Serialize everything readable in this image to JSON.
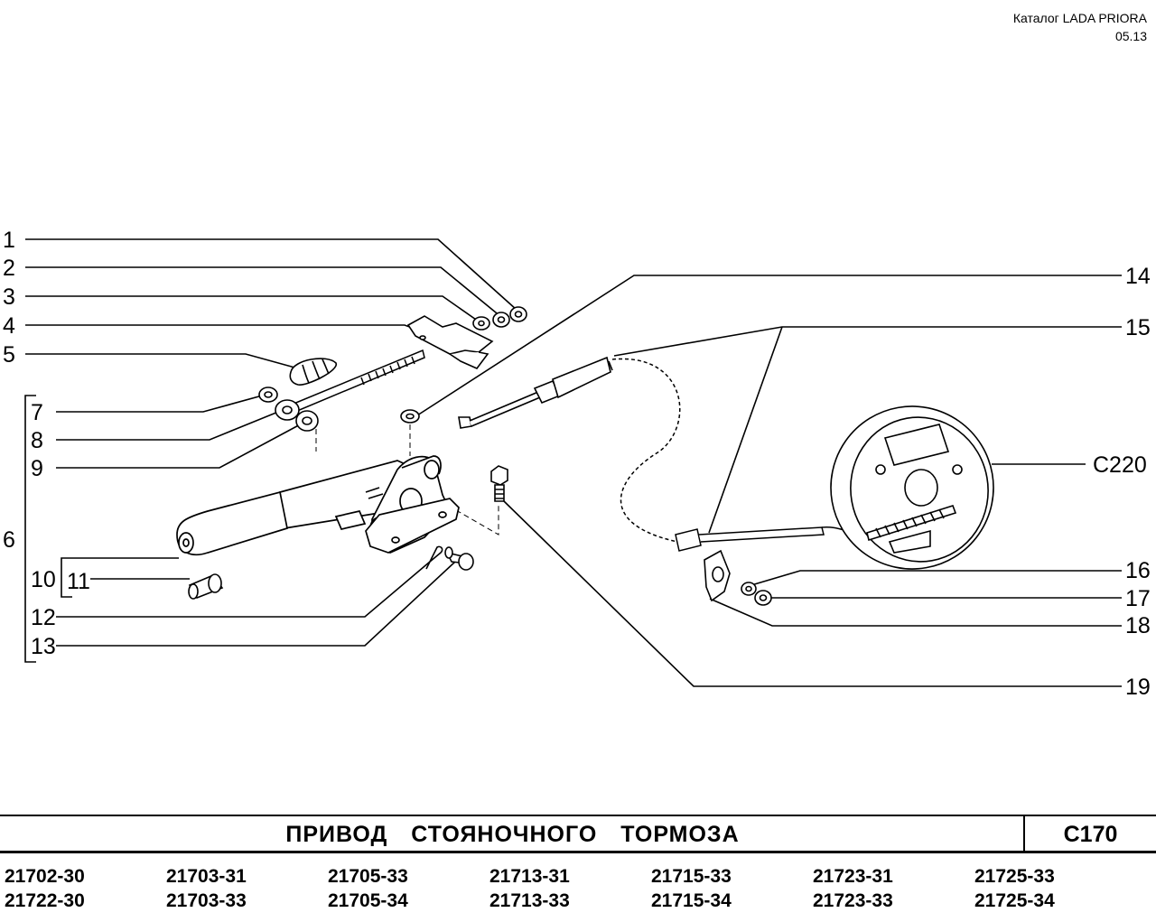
{
  "header": {
    "catalog": "Каталог  LADA  PRIORA",
    "date": "05.13"
  },
  "callouts": {
    "c1": "1",
    "c2": "2",
    "c3": "3",
    "c4": "4",
    "c5": "5",
    "c6": "6",
    "c7": "7",
    "c8": "8",
    "c9": "9",
    "c10": "10",
    "c11": "11",
    "c12": "12",
    "c13": "13",
    "c14": "14",
    "c15": "15",
    "c16": "16",
    "c17": "17",
    "c18": "18",
    "c19": "19",
    "ref": "C220"
  },
  "title": {
    "text": "ПРИВОД  СТОЯНОЧНОГО  ТОРМОЗА",
    "code": "C170"
  },
  "models": [
    [
      "21702-30",
      "21722-30"
    ],
    [
      "21703-31",
      "21703-33"
    ],
    [
      "21705-33",
      "21705-34"
    ],
    [
      "21713-31",
      "21713-33"
    ],
    [
      "21715-33",
      "21715-34"
    ],
    [
      "21723-31",
      "21723-33"
    ],
    [
      "21725-33",
      "21725-34"
    ]
  ]
}
